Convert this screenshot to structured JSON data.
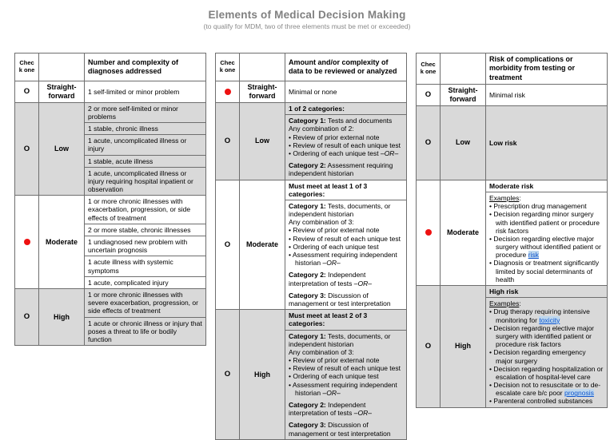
{
  "page": {
    "title": "Elements of Medical Decision Making",
    "subtitle": "(to qualify for MDM, two of three elements must be met or exceeded)"
  },
  "markers": {
    "unchecked": "O",
    "checked": "red-dot-icon",
    "bullet": "•"
  },
  "colors": {
    "shade_gray": "#d9d9d9",
    "checked_red": "#ee1111",
    "link_text": "#1155cc",
    "link_highlight": "#bdd7ee",
    "title_gray": "#808080",
    "border": "#6e6e6e"
  },
  "check_column_header": "Check one",
  "tables": [
    {
      "id": "diagnoses",
      "header": "Number and complexity of diagnoses addressed",
      "rows": [
        {
          "level": "Straight-forward",
          "checked": false,
          "shaded": false,
          "items": [
            [
              {
                "spans": [
                  "1 self-limited or minor problem"
                ]
              }
            ]
          ]
        },
        {
          "level": "Low",
          "checked": false,
          "shaded": true,
          "items": [
            [
              {
                "spans": [
                  "2 or more self-limited or minor problems"
                ]
              }
            ],
            [
              {
                "spans": [
                  "1 stable, chronic illness"
                ]
              }
            ],
            [
              {
                "spans": [
                  "1 acute, uncomplicated illness or injury"
                ]
              }
            ],
            [
              {
                "spans": [
                  "1 stable, acute illness"
                ]
              }
            ],
            [
              {
                "spans": [
                  "1 acute, uncomplicated illness or injury requiring hospital inpatient or observation"
                ]
              }
            ]
          ]
        },
        {
          "level": "Moderate",
          "checked": true,
          "shaded": false,
          "items": [
            [
              {
                "spans": [
                  "1 or more chronic illnesses with exacerbation, progression, or side effects of treatment"
                ]
              }
            ],
            [
              {
                "spans": [
                  "2 or more stable, chronic illnesses"
                ]
              }
            ],
            [
              {
                "spans": [
                  "1 undiagnosed new problem with uncertain prognosis"
                ]
              }
            ],
            [
              {
                "spans": [
                  "1 acute illness with systemic symptoms"
                ]
              }
            ],
            [
              {
                "spans": [
                  "1 acute, complicated injury"
                ]
              }
            ]
          ]
        },
        {
          "level": "High",
          "checked": false,
          "shaded": true,
          "items": [
            [
              {
                "spans": [
                  "1 or more chronic illnesses with severe exacerbation, progression, or side effects of treatment"
                ]
              }
            ],
            [
              {
                "spans": [
                  "1 acute or chronic illness or injury that poses a threat to life or bodily function"
                ]
              }
            ]
          ]
        }
      ]
    },
    {
      "id": "data",
      "header": "Amount and/or complexity of data to be reviewed or analyzed",
      "rows": [
        {
          "level": "Straight-forward",
          "checked": true,
          "shaded": false,
          "items": [
            [
              {
                "spans": [
                  "Minimal or none"
                ]
              }
            ]
          ]
        },
        {
          "level": "Low",
          "checked": false,
          "shaded": true,
          "items": [
            [
              {
                "spans": [
                  {
                    "t": "1 of 2 categories:",
                    "s": "b"
                  }
                ]
              }
            ],
            [
              {
                "spans": [
                  {
                    "t": "Category 1:",
                    "s": "b"
                  },
                  " Tests and documents"
                ]
              },
              {
                "spans": [
                  "Any combination of 2:"
                ]
              },
              {
                "bullet": true,
                "spans": [
                  "Review of prior external note"
                ]
              },
              {
                "bullet": true,
                "spans": [
                  "Review of result of each unique test"
                ]
              },
              {
                "bullet": true,
                "spans": [
                  "Ordering of each unique test ",
                  {
                    "t": "–OR–",
                    "s": "i"
                  }
                ]
              },
              {
                "gap": true,
                "spans": [
                  {
                    "t": "Category 2:",
                    "s": "b"
                  },
                  " Assessment requiring independent historian"
                ]
              }
            ]
          ]
        },
        {
          "level": "Moderate",
          "checked": false,
          "shaded": false,
          "items": [
            [
              {
                "spans": [
                  {
                    "t": "Must meet at least 1 of 3 categories:",
                    "s": "b"
                  }
                ]
              }
            ],
            [
              {
                "spans": [
                  {
                    "t": "Category 1:",
                    "s": "b"
                  },
                  " Tests, documents, or independent historian"
                ]
              },
              {
                "spans": [
                  "Any combination of 3:"
                ]
              },
              {
                "bullet": true,
                "spans": [
                  "Review of prior external note"
                ]
              },
              {
                "bullet": true,
                "spans": [
                  "Review of result of each unique test"
                ]
              },
              {
                "bullet": true,
                "spans": [
                  "Ordering of each unique test"
                ]
              },
              {
                "bullet": true,
                "spans": [
                  "Assessment requiring independent historian ",
                  {
                    "t": "–OR–",
                    "s": "i"
                  }
                ]
              },
              {
                "gap": true,
                "spans": [
                  {
                    "t": "Category 2:",
                    "s": "b"
                  },
                  " Independent interpretation of tests ",
                  {
                    "t": "–OR–",
                    "s": "i"
                  }
                ]
              },
              {
                "gap": true,
                "spans": [
                  {
                    "t": "Category 3:",
                    "s": "b"
                  },
                  " Discussion of management or test interpretation"
                ]
              }
            ]
          ]
        },
        {
          "level": "High",
          "checked": false,
          "shaded": true,
          "items": [
            [
              {
                "spans": [
                  {
                    "t": "Must meet at least 2 of 3 categories:",
                    "s": "b"
                  }
                ]
              }
            ],
            [
              {
                "spans": [
                  {
                    "t": "Category 1:",
                    "s": "b"
                  },
                  " Tests, documents, or independent historian"
                ]
              },
              {
                "spans": [
                  "Any combination of 3:"
                ]
              },
              {
                "bullet": true,
                "spans": [
                  "Review of prior external note"
                ]
              },
              {
                "bullet": true,
                "spans": [
                  "Review of result of each unique test"
                ]
              },
              {
                "bullet": true,
                "spans": [
                  "Ordering of each unique test"
                ]
              },
              {
                "bullet": true,
                "spans": [
                  "Assessment requiring independent historian ",
                  {
                    "t": "–OR–",
                    "s": "i"
                  }
                ]
              },
              {
                "gap": true,
                "spans": [
                  {
                    "t": "Category 2:",
                    "s": "b"
                  },
                  " Independent interpretation of tests ",
                  {
                    "t": "–OR–",
                    "s": "i"
                  }
                ]
              },
              {
                "gap": true,
                "spans": [
                  {
                    "t": "Category 3:",
                    "s": "b"
                  },
                  " Discussion of management or test interpretation"
                ]
              }
            ]
          ]
        }
      ]
    },
    {
      "id": "risk",
      "header": "Risk of complications or morbidity from testing or treatment",
      "rows": [
        {
          "level": "Straight-forward",
          "checked": false,
          "shaded": false,
          "items": [
            [
              {
                "spans": [
                  "Minimal risk"
                ]
              }
            ]
          ]
        },
        {
          "level": "Low",
          "checked": false,
          "shaded": true,
          "items": [
            [
              {
                "spans": [
                  {
                    "t": "Low risk",
                    "s": "b"
                  }
                ]
              }
            ]
          ]
        },
        {
          "level": "Moderate",
          "checked": true,
          "shaded": false,
          "items": [
            [
              {
                "spans": [
                  {
                    "t": "Moderate risk",
                    "s": "b"
                  }
                ]
              }
            ],
            [
              {
                "spans": [
                  {
                    "t": "Examples",
                    "s": "u"
                  },
                  ":"
                ]
              },
              {
                "bullet": true,
                "spans": [
                  "Prescription drug management"
                ]
              },
              {
                "bullet": true,
                "spans": [
                  "Decision regarding minor surgery with identified patient or procedure risk factors"
                ]
              },
              {
                "bullet": true,
                "spans": [
                  "Decision regarding elective major surgery without identified patient or procedure ",
                  {
                    "t": "risk",
                    "s": "l"
                  }
                ]
              },
              {
                "bullet": true,
                "spans": [
                  "Diagnosis or treatment significantly limited by social determinants of health"
                ]
              }
            ]
          ]
        },
        {
          "level": "High",
          "checked": false,
          "shaded": true,
          "items": [
            [
              {
                "spans": [
                  {
                    "t": "High risk",
                    "s": "b"
                  }
                ]
              }
            ],
            [
              {
                "spans": [
                  {
                    "t": "Examples",
                    "s": "u"
                  },
                  ":"
                ]
              },
              {
                "bullet": true,
                "spans": [
                  "Drug therapy requiring intensive monitoring for ",
                  {
                    "t": "toxicity",
                    "s": "l"
                  }
                ]
              },
              {
                "bullet": true,
                "spans": [
                  "Decision regarding elective major surgery with identified patient or procedure risk factors"
                ]
              },
              {
                "bullet": true,
                "spans": [
                  "Decision regarding emergency major surgery"
                ]
              },
              {
                "bullet": true,
                "spans": [
                  "Decision regarding hospitalization or escalation of hospital-level care"
                ]
              },
              {
                "bullet": true,
                "spans": [
                  "Decision not to resuscitate or to de-escalate care b/c poor ",
                  {
                    "t": "prognosis",
                    "s": "l"
                  }
                ]
              },
              {
                "bullet": true,
                "spans": [
                  "Parenteral controlled substances"
                ]
              }
            ]
          ]
        }
      ]
    }
  ]
}
